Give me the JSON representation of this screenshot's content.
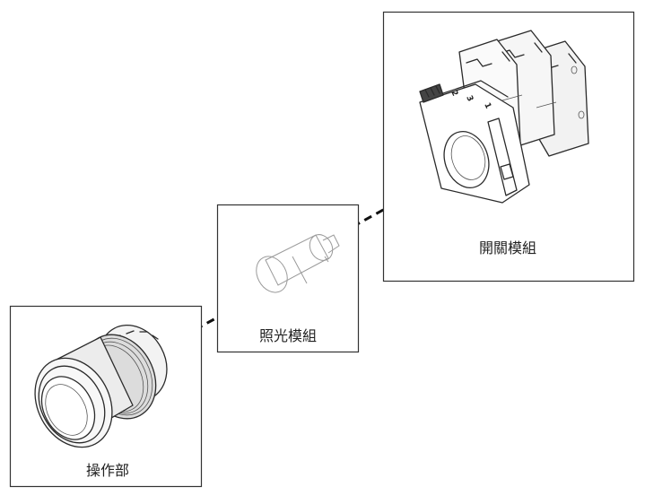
{
  "components": [
    {
      "id": "operator",
      "label": "操作部"
    },
    {
      "id": "lighting",
      "label": "照光模組"
    },
    {
      "id": "switch",
      "label": "開關模組"
    }
  ],
  "switch_terminal_markings": [
    "1",
    "3",
    "2"
  ],
  "colors": {
    "outline": "#333333",
    "connector": "#111111",
    "background": "#ffffff"
  }
}
